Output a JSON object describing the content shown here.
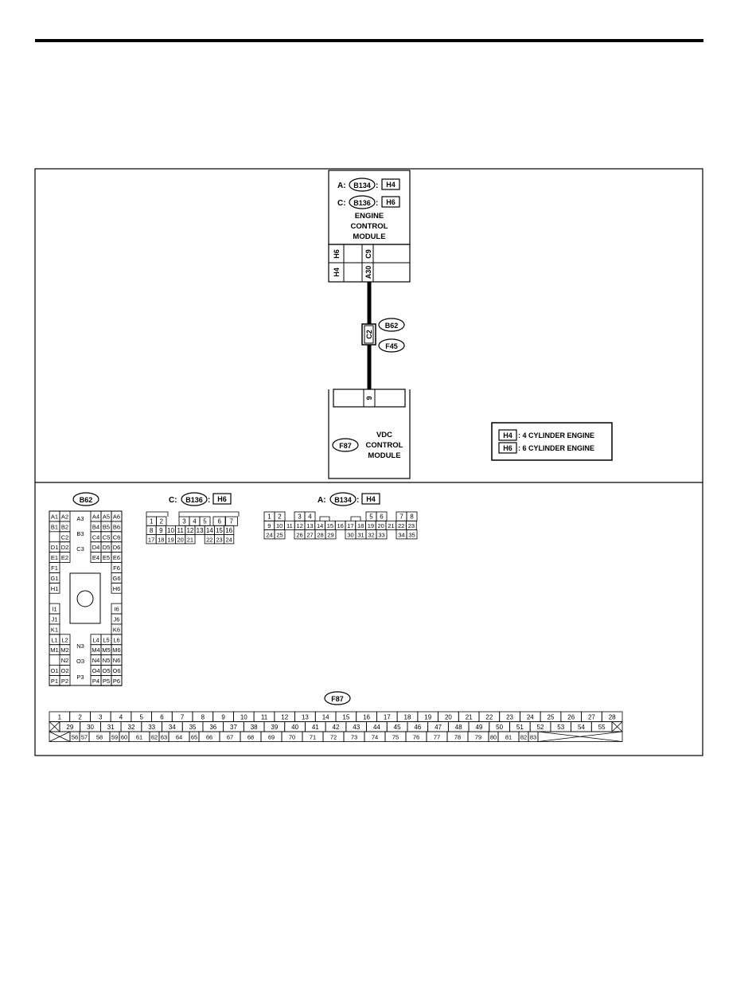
{
  "ecm": {
    "conn_a_label": "A:",
    "conn_a": "B134",
    "conn_a_engine": "H4",
    "conn_c_label": "C:",
    "conn_c": "B136",
    "conn_c_engine": "H6",
    "name_line1": "ENGINE",
    "name_line2": "CONTROL",
    "name_line3": "MODULE",
    "row1_tag": "H6",
    "row1_pin": "C9",
    "row2_tag": "H4",
    "row2_pin": "A30"
  },
  "joint": {
    "pin": "C2",
    "conn1": "B62",
    "conn2": "F45"
  },
  "vdc": {
    "pin": "9",
    "conn": "F87",
    "name_line1": "VDC",
    "name_line2": "CONTROL",
    "name_line3": "MODULE"
  },
  "legend": {
    "h4_tag": "H4",
    "h4_text": ": 4 CYLINDER ENGINE",
    "h6_tag": "H6",
    "h6_text": ": 6 CYLINDER ENGINE"
  },
  "b62": {
    "title": "B62",
    "left_col": [
      "A1",
      "B1",
      "",
      "D1",
      "E1",
      "F1",
      "G1",
      "H1",
      "",
      "I1",
      "J1",
      "K1",
      "L1",
      "M1",
      "",
      "O1",
      "P1"
    ],
    "left_col2": [
      "A2",
      "B2",
      "C2",
      "D2",
      "E2",
      "",
      "",
      "",
      "",
      "",
      "",
      "",
      "L2",
      "M2",
      "N2",
      "O2",
      "P2"
    ],
    "right_col2": [
      "A4",
      "B4",
      "C4",
      "D4",
      "E4",
      "",
      "",
      "",
      "",
      "",
      "",
      "",
      "L4",
      "M4",
      "N4",
      "O4",
      "P4"
    ],
    "right_col3": [
      "A5",
      "B5",
      "C5",
      "D5",
      "E5",
      "",
      "",
      "",
      "",
      "",
      "",
      "",
      "L5",
      "M5",
      "N5",
      "O5",
      "P5"
    ],
    "right_col": [
      "A6",
      "B6",
      "C6",
      "D6",
      "E6",
      "F6",
      "G6",
      "H6",
      "",
      "I6",
      "J6",
      "K6",
      "L6",
      "M6",
      "N6",
      "O6",
      "P6"
    ],
    "mid": [
      "A3",
      "B3",
      "C3",
      "N3",
      "O3",
      "P3"
    ]
  },
  "b136": {
    "label": "C:",
    "title": "B136",
    "engine": "H6",
    "row1": [
      "1",
      "2",
      "",
      "3",
      "4",
      "5",
      "6",
      "7"
    ],
    "row2": [
      "8",
      "9",
      "10",
      "11",
      "12",
      "13",
      "14",
      "15",
      "16"
    ],
    "row3": [
      "17",
      "18",
      "19",
      "20",
      "21",
      "",
      "22",
      "23",
      "24"
    ]
  },
  "b134": {
    "label": "A:",
    "title": "B134",
    "engine": "H4",
    "row1": [
      "1",
      "2",
      "3",
      "4",
      "5",
      "6",
      "7",
      "8"
    ],
    "row2": [
      "9",
      "10",
      "11",
      "12",
      "13",
      "14",
      "15",
      "16",
      "17",
      "18",
      "19",
      "20",
      "21",
      "22",
      "23"
    ],
    "row3": [
      "24",
      "25",
      "26",
      "27",
      "28",
      "29",
      "30",
      "31",
      "32",
      "33",
      "34",
      "35"
    ]
  },
  "f87": {
    "title": "F87",
    "row1": [
      "1",
      "2",
      "3",
      "4",
      "5",
      "6",
      "7",
      "8",
      "9",
      "10",
      "11",
      "12",
      "13",
      "14",
      "15",
      "16",
      "17",
      "18",
      "19",
      "20",
      "21",
      "22",
      "23",
      "24",
      "25",
      "26",
      "27",
      "28"
    ],
    "row2": [
      "29",
      "30",
      "31",
      "32",
      "33",
      "34",
      "35",
      "36",
      "37",
      "38",
      "39",
      "40",
      "41",
      "42",
      "43",
      "44",
      "45",
      "46",
      "47",
      "48",
      "49",
      "50",
      "51",
      "52",
      "53",
      "54",
      "55"
    ],
    "row3": [
      "56",
      "57",
      "58",
      "59",
      "60",
      "61",
      "62",
      "63",
      "64",
      "65",
      "66",
      "67",
      "68",
      "69",
      "70",
      "71",
      "72",
      "73",
      "74",
      "75",
      "76",
      "77",
      "78",
      "79",
      "80",
      "81",
      "82",
      "83"
    ]
  }
}
